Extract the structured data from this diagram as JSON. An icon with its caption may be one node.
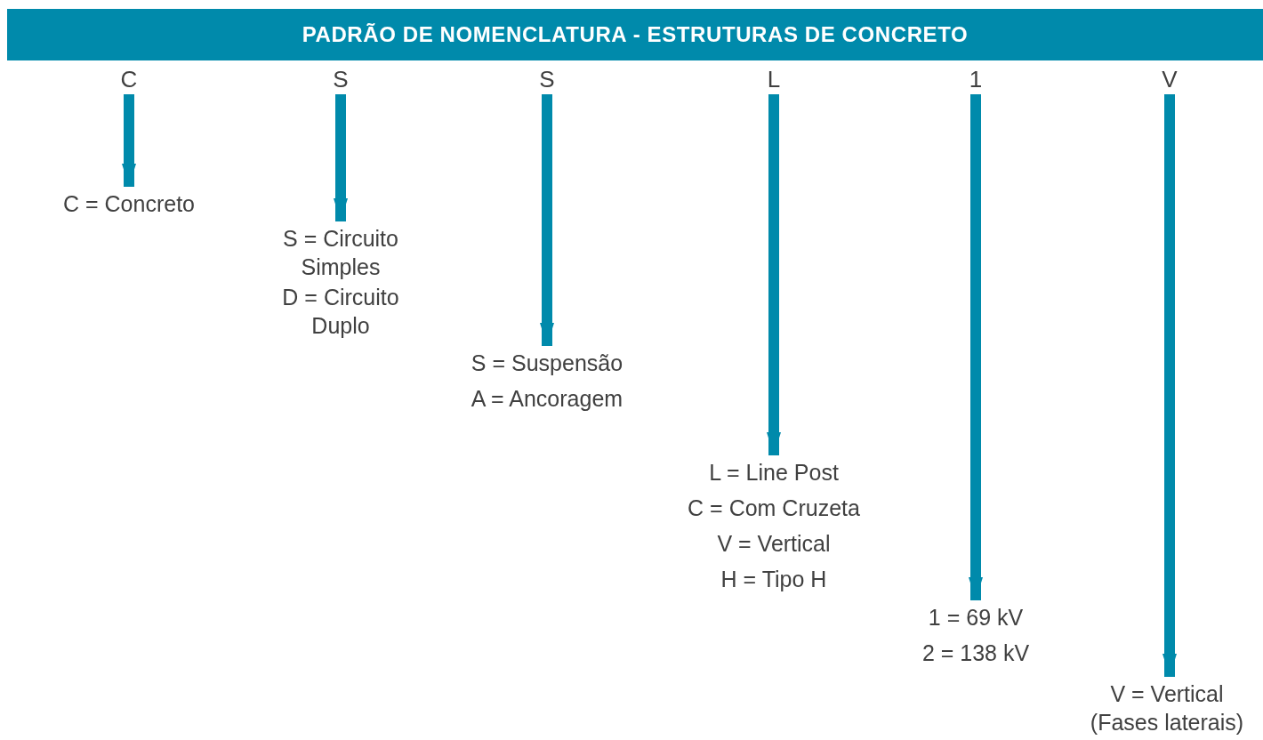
{
  "diagram": {
    "title": "PADRÃO DE NOMENCLATURA - ESTRUTURAS DE CONCRETO",
    "nodes": [
      {
        "text": [
          "C"
        ]
      },
      {
        "text": [
          "S"
        ]
      },
      {
        "text": [
          "S"
        ]
      },
      {
        "text": [
          "L"
        ]
      },
      {
        "text": [
          "1"
        ]
      },
      {
        "text": [
          "V"
        ]
      },
      {
        "text": [
          "C = Concreto"
        ]
      },
      {
        "text": [
          "S = Circuito Simples",
          "D = Circuito Duplo"
        ]
      },
      {
        "text": [
          "S = Suspensão",
          "A = Ancoragem"
        ]
      },
      {
        "text": [
          "L = Line Post",
          "C = Com Cruzeta",
          "V = Vertical",
          "H = Tipo H"
        ]
      },
      {
        "text": [
          "1 = 69 kV",
          "2 = 138 kV"
        ]
      },
      {
        "text": [
          "V = Vertical (Fases laterais)"
        ]
      }
    ],
    "edges": [
      {
        "from": 0,
        "to": 6,
        "arrow": "to"
      },
      {
        "from": 1,
        "to": 7,
        "arrow": "to"
      },
      {
        "from": 2,
        "to": 8,
        "arrow": "to"
      },
      {
        "from": 3,
        "to": 9,
        "arrow": "to"
      },
      {
        "from": 4,
        "to": 10,
        "arrow": "to"
      },
      {
        "from": 5,
        "to": 11,
        "arrow": "to"
      }
    ]
  }
}
